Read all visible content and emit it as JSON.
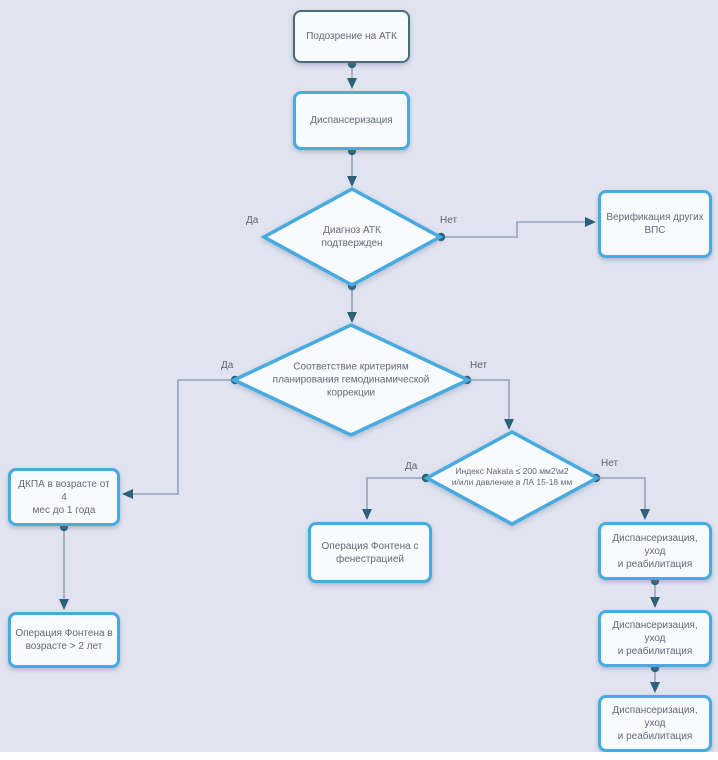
{
  "diagram": {
    "language": "ru",
    "nodes": {
      "suspicion": {
        "label": "Подозрение на АТК",
        "type": "start"
      },
      "dispensary": {
        "label": "Диспансеризация",
        "type": "process"
      },
      "verification": {
        "label": "Верификация других\nВПС",
        "type": "process"
      },
      "dkpa": {
        "label": "ДКПА в возрасте от 4\nмес до 1 года",
        "type": "process"
      },
      "fontan2": {
        "label": "Операция Фонтена в\nвозрасте > 2 лет",
        "type": "process"
      },
      "fontan_fen": {
        "label": "Операция Фонтена с\nфенестрацией",
        "type": "process"
      },
      "rehab1": {
        "label": "Диспансеризация,\nуход\nи реабилитация",
        "type": "process"
      },
      "rehab2": {
        "label": "Диспансеризация,\nуход\nи реабилитация",
        "type": "process"
      },
      "rehab3": {
        "label": "Диспансеризация,\nуход\nи реабилитация",
        "type": "process"
      }
    },
    "decisions": {
      "d1": {
        "label": "Диагноз АТК\nподтвержден"
      },
      "d2": {
        "label": "Соответствие критериям\nпланирования гемодинамической\nкоррекции"
      },
      "d3": {
        "label": "Индекс Nakata ≤ 200 мм2\\м2\nи/или давление в ЛА 15-18 мм"
      }
    },
    "edge_labels": {
      "d1_yes": "Да",
      "d1_no": "Нет",
      "d2_yes": "Да",
      "d2_no": "Нет",
      "d3_yes": "Да",
      "d3_no": "Нет"
    }
  },
  "colors": {
    "background": "#e1e4f0",
    "node_fill": "#f9fafc",
    "node_border_blue": "#47abdf",
    "node_border_dark": "#4a6b7a",
    "connector": "#93a2ba",
    "marker": "#2b6179",
    "text": "#5f6b76"
  }
}
